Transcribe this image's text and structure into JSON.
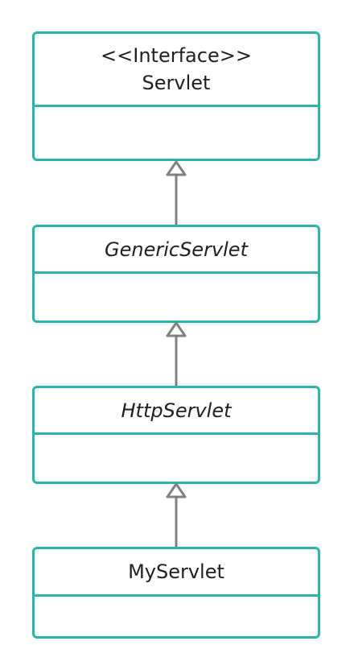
{
  "classes": {
    "servlet": {
      "stereotype": "<<Interface>>",
      "name": "Servlet"
    },
    "generic_servlet": {
      "name": "GenericServlet"
    },
    "http_servlet": {
      "name": "HttpServlet"
    },
    "my_servlet": {
      "name": "MyServlet"
    }
  },
  "colors": {
    "box_border": "#2bb3ad",
    "arrow": "#808080",
    "text": "#1f1f1f"
  }
}
